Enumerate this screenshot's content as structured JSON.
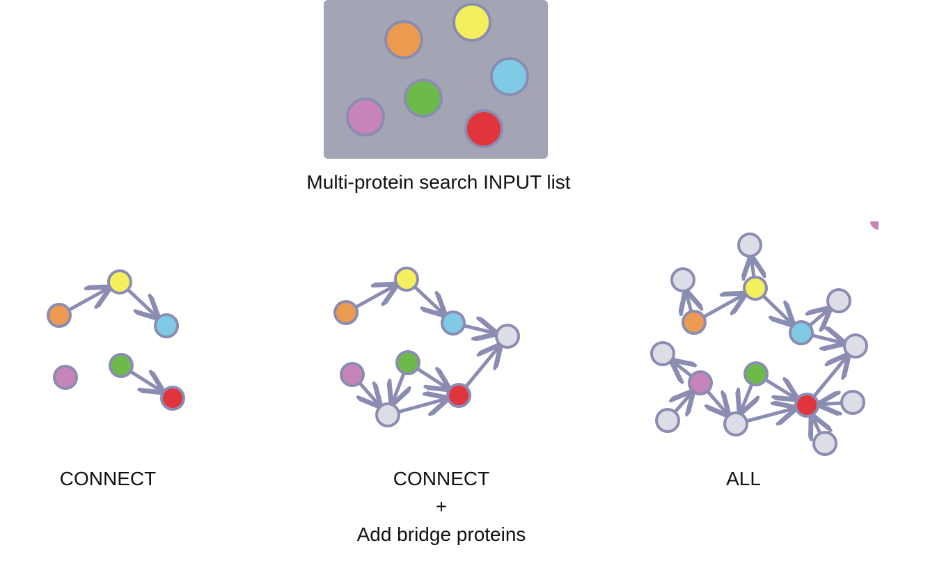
{
  "input_panel": {
    "caption": "Multi-protein search INPUT list",
    "background": "#a3a5b5"
  },
  "colors": {
    "orange": "#ec9a50",
    "yellow": "#f4ef5c",
    "cyan": "#7fcbe6",
    "green": "#6cbb4a",
    "pink": "#c784b8",
    "red": "#e0353c",
    "bridge": "#dcdde6",
    "stroke": "#8a8cb2",
    "edge": "#8a8cb2"
  },
  "panels": [
    {
      "id": "connect",
      "caption_lines": [
        "CONNECT"
      ]
    },
    {
      "id": "connect-bridge",
      "caption_lines": [
        "CONNECT",
        "+",
        "Add bridge proteins"
      ]
    },
    {
      "id": "all",
      "caption_lines": [
        "ALL"
      ]
    }
  ]
}
